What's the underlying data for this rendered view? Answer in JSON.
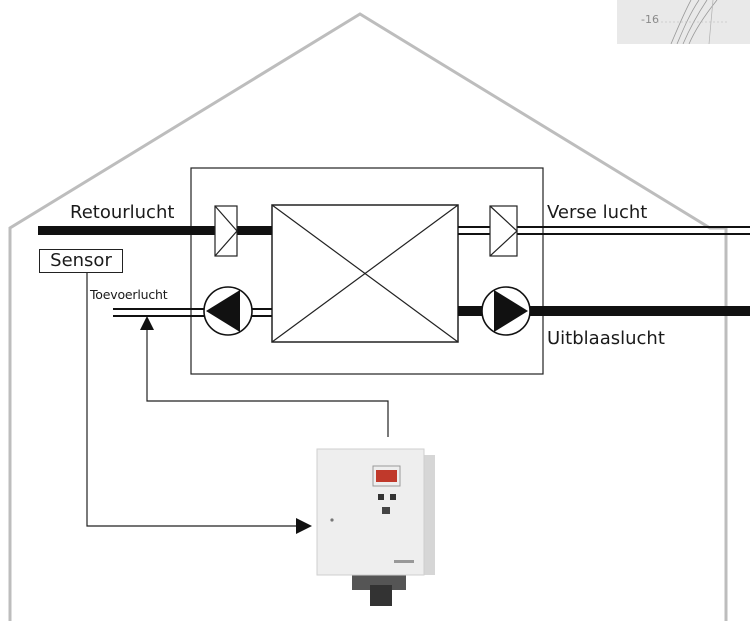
{
  "labels": {
    "return_air": "Retourlucht",
    "fresh_air": "Verse lucht",
    "sensor": "Sensor",
    "supply_air": "Toevoerlucht",
    "exhaust_air": "Uitblaaslucht"
  },
  "corner_chart": {
    "tick_label": "-16"
  },
  "colors": {
    "house_outline": "#bdbdbd",
    "lines": "#111111",
    "unit_body": "#eeeeee",
    "display": "#c0392b"
  }
}
